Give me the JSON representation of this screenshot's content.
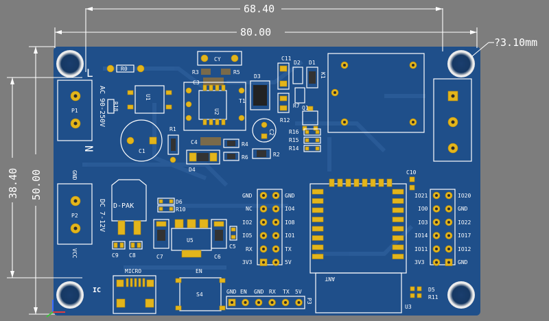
{
  "dimensions": {
    "width_inner": "68.40",
    "width_outer": "80.00",
    "height_inner": "38.40",
    "height_outer": "50.00",
    "hole_diameter": "?3.10mm"
  },
  "colors": {
    "background": "#7d7d7d",
    "board": "#1f4f8a",
    "copper_trace": "#2b5c98",
    "pad": "#e3b51b",
    "silkscreen": "#ffffff"
  },
  "components": {
    "ac_block": {
      "ref": "P1",
      "label": "AC 90-250V",
      "n_label": "N",
      "l_label": "L"
    },
    "dc_block": {
      "ref": "P2",
      "label": "DC 7-12V",
      "gnd": "GND",
      "vcc": "VCC"
    },
    "dpak": "D-PAK",
    "relay": "K1",
    "u1": "U1",
    "u2": "U2",
    "u3": "U3",
    "u5": "U5",
    "ant": "ANT",
    "micro": "MICRO",
    "en_switch": "EN",
    "s4": "S4",
    "ic": "IC",
    "cy": "CY",
    "refs": {
      "r0": "R0",
      "r1": "R1",
      "r2": "R2",
      "r3": "R3",
      "r4": "R4",
      "r5": "R5",
      "r6": "R6",
      "r7": "R7",
      "r10": "R10",
      "r11": "R11",
      "r12": "R12",
      "r14": "R14",
      "r15": "R15",
      "r16": "R16",
      "r18": "R18",
      "c1": "C1",
      "c2": "C2",
      "c3": "C3",
      "c4": "C4",
      "c5": "C5",
      "c6": "C6",
      "c7": "C7",
      "c8": "C8",
      "c9": "C9",
      "c10": "C10",
      "c11": "C11",
      "d1": "D1",
      "d2": "D2",
      "d3": "D3",
      "d4": "D4",
      "d5": "D5",
      "d6": "D6",
      "q1": "Q1",
      "t1": "T1",
      "p3": "P3"
    }
  },
  "header_left": {
    "left_labels": [
      "GND",
      "NC",
      "IO2",
      "IO5",
      "RX",
      "3V3"
    ],
    "right_labels": [
      "GND",
      "IO4",
      "IO8",
      "IO1",
      "TX",
      "5V"
    ]
  },
  "header_right": {
    "left_labels": [
      "IO21",
      "IO0",
      "IO3",
      "IO14",
      "IO11",
      "3V3"
    ],
    "right_labels": [
      "IO20",
      "GND",
      "IO22",
      "IO17",
      "IO12",
      "GND"
    ]
  },
  "bottom_header": {
    "labels": [
      "GND",
      "EN",
      "GND",
      "RX",
      "TX",
      "5V"
    ]
  }
}
